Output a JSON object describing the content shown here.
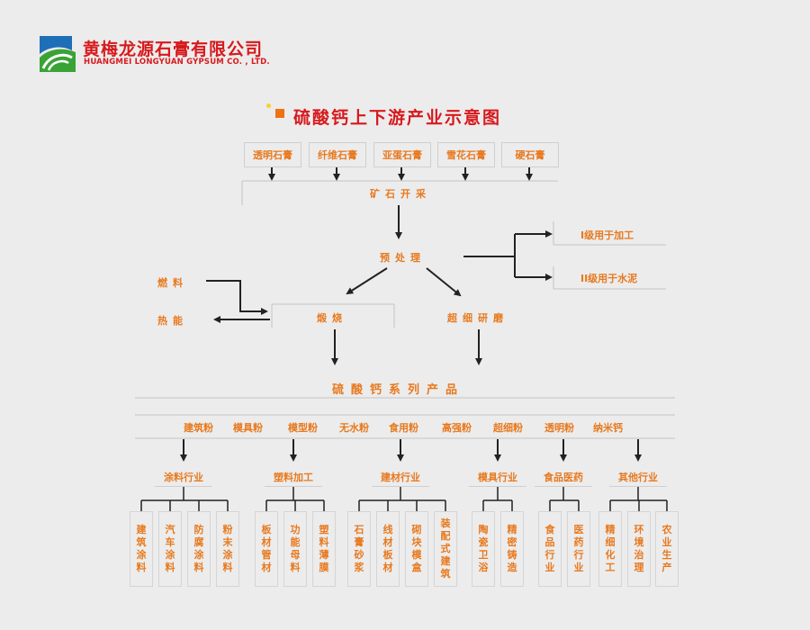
{
  "company": {
    "name_cn": "黄梅龙源石膏有限公司",
    "name_en": "HUANGMEI LONGYUAN GYPSUM CO. , LTD."
  },
  "diagram": {
    "title": "硫酸钙上下游产业示意图",
    "sources": [
      "透明石膏",
      "纤维石膏",
      "亚蛋石膏",
      "雪花石膏",
      "硬石膏"
    ],
    "mining": "矿石开采",
    "pretreat": "预处理",
    "grade1": "I级用于加工",
    "grade2": "II级用于水泥",
    "fuel": "燃料",
    "heat": "热能",
    "calcine": "煅烧",
    "grinding": "超细研磨",
    "series": "硫酸钙系列产品",
    "powders": [
      "建筑粉",
      "模具粉",
      "模型粉",
      "无水粉",
      "食用粉",
      "高强粉",
      "超细粉",
      "透明粉",
      "纳米钙"
    ],
    "industries": [
      {
        "name": "涂料行业",
        "products": [
          "建筑涂料",
          "汽车涂料",
          "防腐涂料",
          "粉末涂料"
        ]
      },
      {
        "name": "塑料加工",
        "products": [
          "板材管材",
          "功能母料",
          "塑料薄膜"
        ]
      },
      {
        "name": "建材行业",
        "products": [
          "石膏砂浆",
          "线材板材",
          "砌块模盒",
          "装配式建筑"
        ]
      },
      {
        "name": "模具行业",
        "products": [
          "陶瓷卫浴",
          "精密铸造"
        ]
      },
      {
        "name": "食品医药",
        "products": [
          "食品行业",
          "医药行业"
        ]
      },
      {
        "name": "其他行业",
        "products": [
          "精细化工",
          "环境治理",
          "农业生产"
        ]
      }
    ]
  },
  "colors": {
    "accent": "#e8791e",
    "brand_red": "#d7191c",
    "logo_green": "#3aa335",
    "logo_blue": "#1e6fb8"
  }
}
